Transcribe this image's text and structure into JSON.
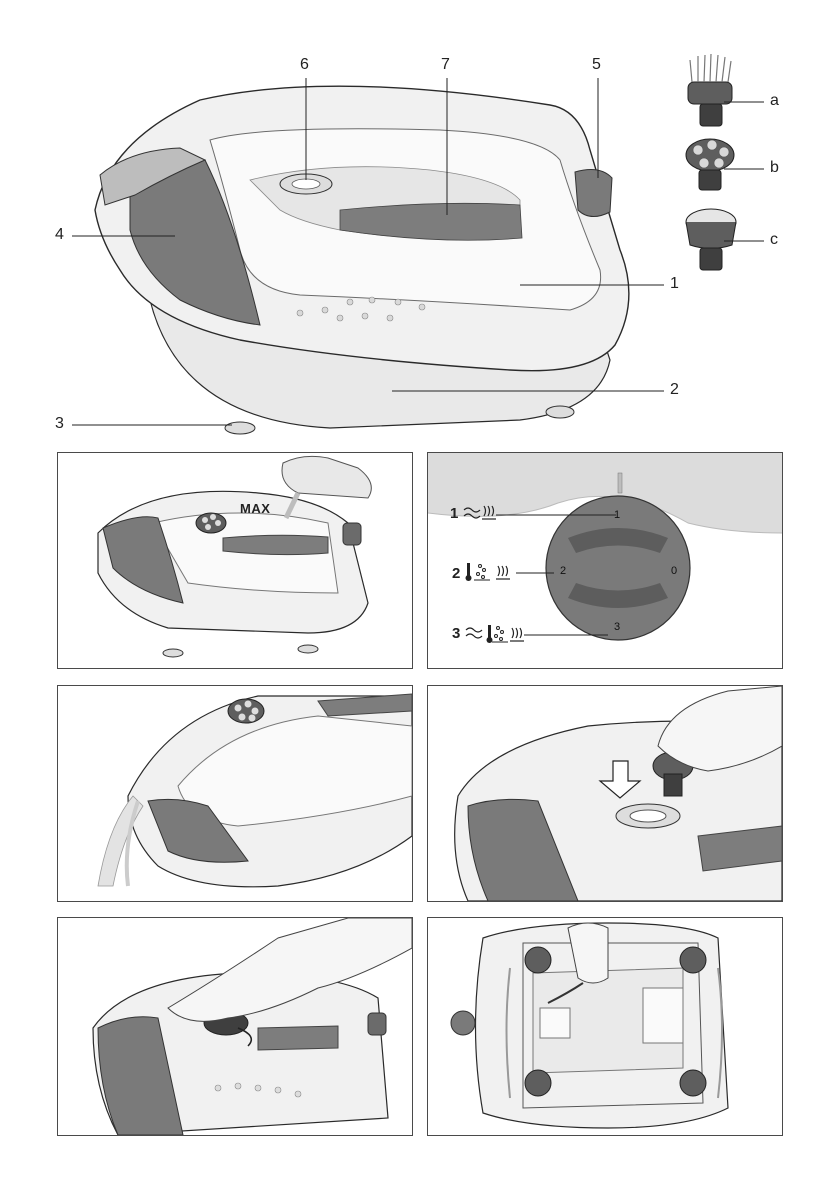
{
  "main_figure": {
    "callouts": {
      "n1": "1",
      "n2": "2",
      "n3": "3",
      "n4": "4",
      "n5": "5",
      "n6": "6",
      "n7": "7",
      "a": "a",
      "b": "b",
      "c": "c"
    }
  },
  "fill_panel": {
    "max_label": "MAX"
  },
  "dial_panel": {
    "settings": [
      {
        "number": "1",
        "icons": [
          "vibration-icon",
          "heat-icon"
        ]
      },
      {
        "number": "2",
        "icons": [
          "thermometer-icon",
          "bubbles-icon",
          "heat-icon"
        ]
      },
      {
        "number": "3",
        "icons": [
          "vibration-icon",
          "thermometer-icon",
          "bubbles-icon",
          "heat-icon"
        ]
      }
    ],
    "dial_marks": {
      "top": "1",
      "left": "2",
      "right": "0",
      "bottom": "3"
    }
  },
  "colors": {
    "tray_light": "#f2f2f2",
    "tray_mid": "#dcdcdc",
    "grip_dark": "#7a7a7a",
    "outline": "#2a2a2a"
  }
}
